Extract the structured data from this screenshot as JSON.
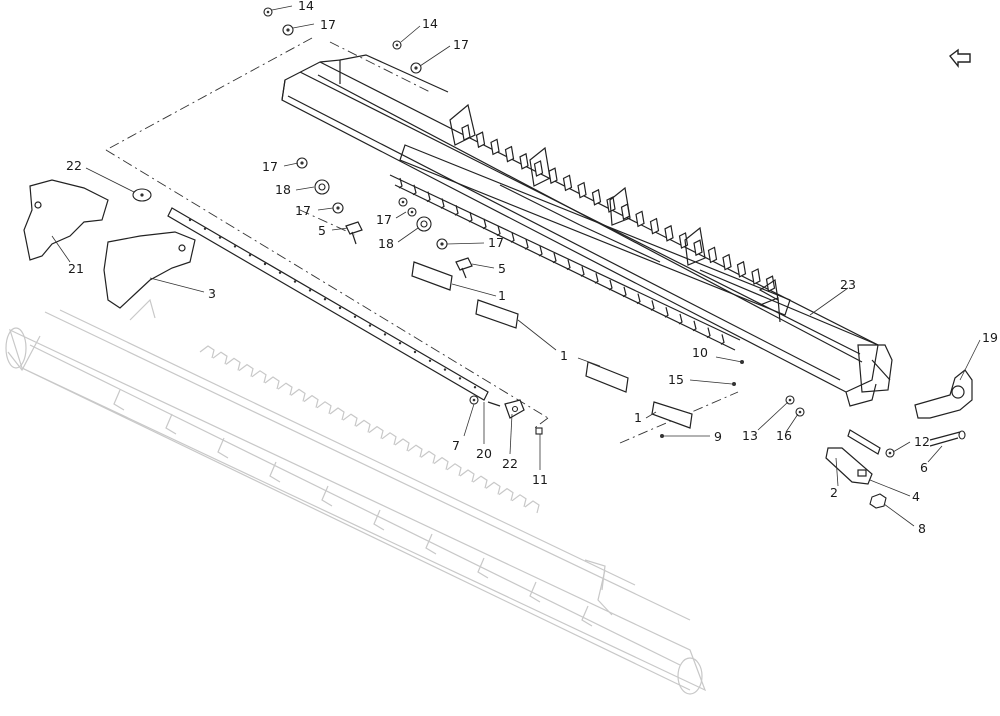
{
  "diagram": {
    "callouts": [
      {
        "id": "c14a",
        "text": "14"
      },
      {
        "id": "c17a",
        "text": "17"
      },
      {
        "id": "c14b",
        "text": "14"
      },
      {
        "id": "c17b",
        "text": "17"
      },
      {
        "id": "c17c",
        "text": "17"
      },
      {
        "id": "c18a",
        "text": "18"
      },
      {
        "id": "c17d",
        "text": "17"
      },
      {
        "id": "c5a",
        "text": "5"
      },
      {
        "id": "c17e",
        "text": "17"
      },
      {
        "id": "c18b",
        "text": "18"
      },
      {
        "id": "c17f",
        "text": "17"
      },
      {
        "id": "c5b",
        "text": "5"
      },
      {
        "id": "c22a",
        "text": "22"
      },
      {
        "id": "c21",
        "text": "21"
      },
      {
        "id": "c3",
        "text": "3"
      },
      {
        "id": "c1a",
        "text": "1"
      },
      {
        "id": "c1b",
        "text": "1"
      },
      {
        "id": "c1c",
        "text": "1"
      },
      {
        "id": "c10",
        "text": "10"
      },
      {
        "id": "c15",
        "text": "15"
      },
      {
        "id": "c9",
        "text": "9"
      },
      {
        "id": "c7",
        "text": "7"
      },
      {
        "id": "c20",
        "text": "20"
      },
      {
        "id": "c22b",
        "text": "22"
      },
      {
        "id": "c11",
        "text": "11"
      },
      {
        "id": "c13",
        "text": "13"
      },
      {
        "id": "c16",
        "text": "16"
      },
      {
        "id": "c23",
        "text": "23"
      },
      {
        "id": "c19",
        "text": "19"
      },
      {
        "id": "c12",
        "text": "12"
      },
      {
        "id": "c6",
        "text": "6"
      },
      {
        "id": "c4",
        "text": "4"
      },
      {
        "id": "c2",
        "text": "2"
      },
      {
        "id": "c8",
        "text": "8"
      }
    ]
  }
}
